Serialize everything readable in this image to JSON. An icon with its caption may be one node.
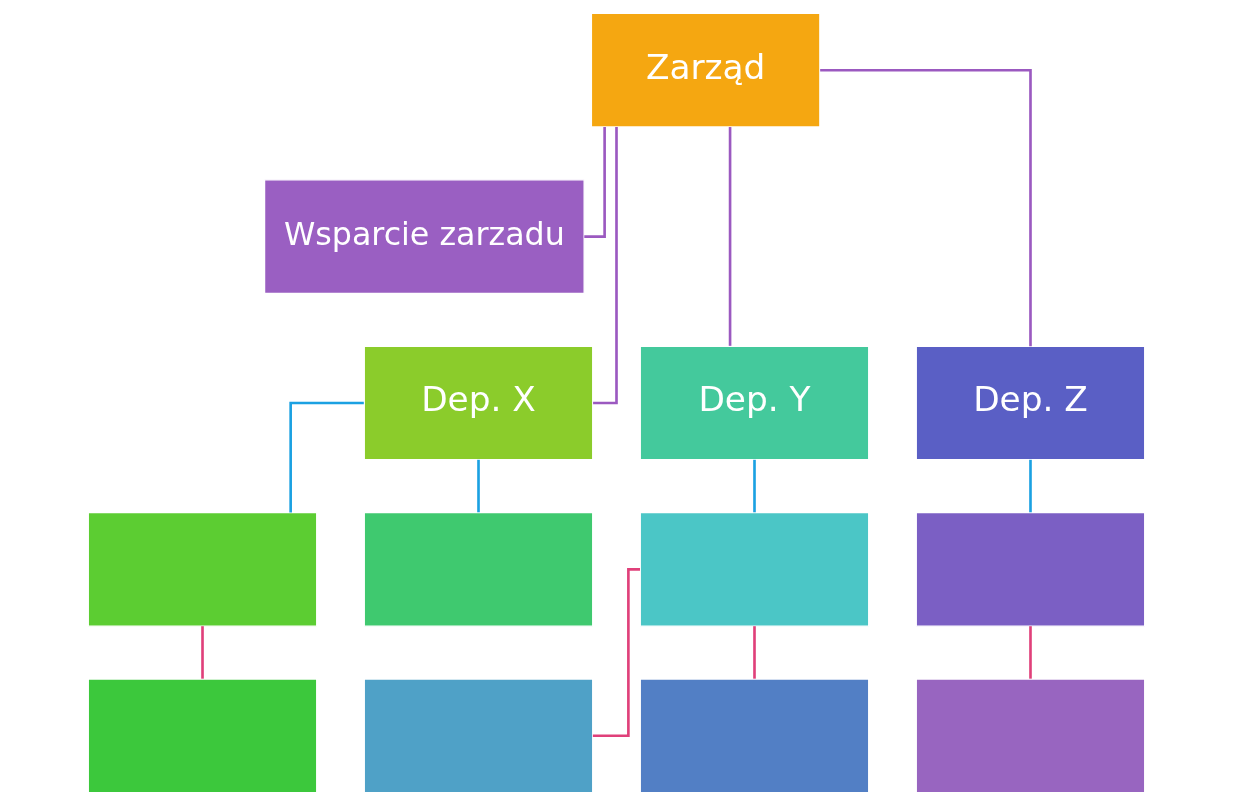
{
  "diagram": {
    "nodes": [
      {
        "text": [
          "Zarząd"
        ]
      },
      {
        "text": [
          "Wsparcie zarzadu"
        ]
      },
      {
        "text": [
          "Dep. X"
        ]
      },
      {
        "text": [
          "Dep. Y"
        ]
      },
      {
        "text": [
          "Dep. Z"
        ]
      },
      {
        "text": [],
        "shape": "box"
      },
      {
        "text": [],
        "shape": "box"
      },
      {
        "text": [],
        "shape": "box"
      },
      {
        "text": [],
        "shape": "box"
      },
      {
        "text": [],
        "shape": "box"
      },
      {
        "text": [],
        "shape": "box"
      },
      {
        "text": [],
        "shape": "box"
      },
      {
        "text": [],
        "shape": "box"
      }
    ],
    "edges": [
      {
        "from": 0,
        "to": 1,
        "arrow": "none",
        "color": "#9b59c0"
      },
      {
        "from": 0,
        "to": 2,
        "arrow": "none",
        "color": "#9b59c0"
      },
      {
        "from": 0,
        "to": 3,
        "arrow": "none",
        "color": "#9b59c0"
      },
      {
        "from": 0,
        "to": 4,
        "arrow": "none",
        "color": "#9b59c0"
      },
      {
        "from": 2,
        "to": 5,
        "arrow": "none",
        "color": "#1ba1e2"
      },
      {
        "from": 2,
        "to": 6,
        "arrow": "none",
        "color": "#1ba1e2"
      },
      {
        "from": 3,
        "to": 7,
        "arrow": "none",
        "color": "#1ba1e2"
      },
      {
        "from": 4,
        "to": 8,
        "arrow": "none",
        "color": "#1ba1e2"
      },
      {
        "from": 5,
        "to": 9,
        "arrow": "none",
        "color": "#e0407a"
      },
      {
        "from": 7,
        "to": 10,
        "arrow": "none",
        "color": "#e0407a"
      },
      {
        "from": 7,
        "to": 11,
        "arrow": "none",
        "color": "#e0407a"
      },
      {
        "from": 8,
        "to": 12,
        "arrow": "none",
        "color": "#e0407a"
      }
    ]
  }
}
